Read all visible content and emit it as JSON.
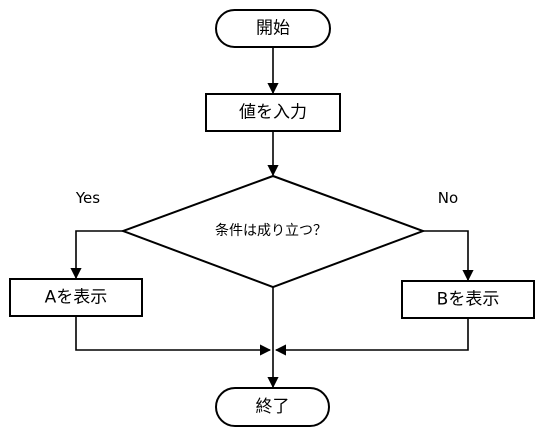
{
  "nodes": {
    "start": "開始",
    "input": "値を入力",
    "decision": "条件は成り立つ？",
    "show_a": "Aを表示",
    "show_b": "Bを表示",
    "end": "終了"
  },
  "branches": {
    "yes": "Yes",
    "no": "No"
  }
}
